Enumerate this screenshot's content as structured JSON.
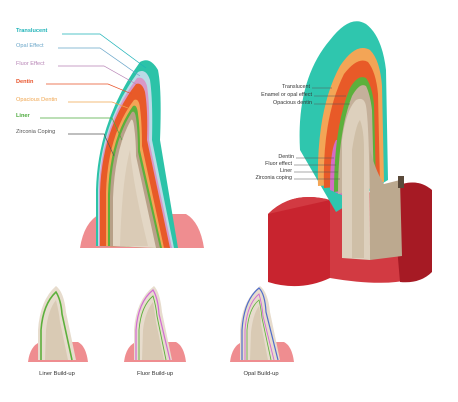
{
  "left_legend": [
    {
      "text": "Translucent",
      "color": "#1fb3b8",
      "bold": true
    },
    {
      "text": "Opal Effect",
      "color": "#6aa6c9",
      "bold": false
    },
    {
      "text": "Fluor Effect",
      "color": "#b784b5",
      "bold": false
    },
    {
      "text": "Dentin",
      "color": "#e8532a",
      "bold": true
    },
    {
      "text": "Opacious Dentin",
      "color": "#f0a650",
      "bold": false
    },
    {
      "text": "Liner",
      "color": "#4caa3c",
      "bold": true
    },
    {
      "text": "Zirconia Coping",
      "color": "#555555",
      "bold": false
    }
  ],
  "right_labels_top": [
    "Translucent",
    "Enamel or opal effect",
    "Opacious dentin"
  ],
  "right_labels_bottom": [
    "Dentin",
    "Fluor effect",
    "Liner",
    "Zirconia coping"
  ],
  "captions": {
    "liner": "Liner Build-up",
    "fluor": "Fluor Build-up",
    "opal": "Opal  Build-up"
  },
  "colors": {
    "translucent": "#2cc3a8",
    "opal": "#a9d2e0",
    "fluor": "#d08ac8",
    "dentin": "#e85a28",
    "opacious": "#f3a556",
    "liner": "#5cb03c",
    "coping": "#b9a58e",
    "core": "#ddd0bd",
    "gum": "#e8737a",
    "gum_block": "#c8242f"
  }
}
